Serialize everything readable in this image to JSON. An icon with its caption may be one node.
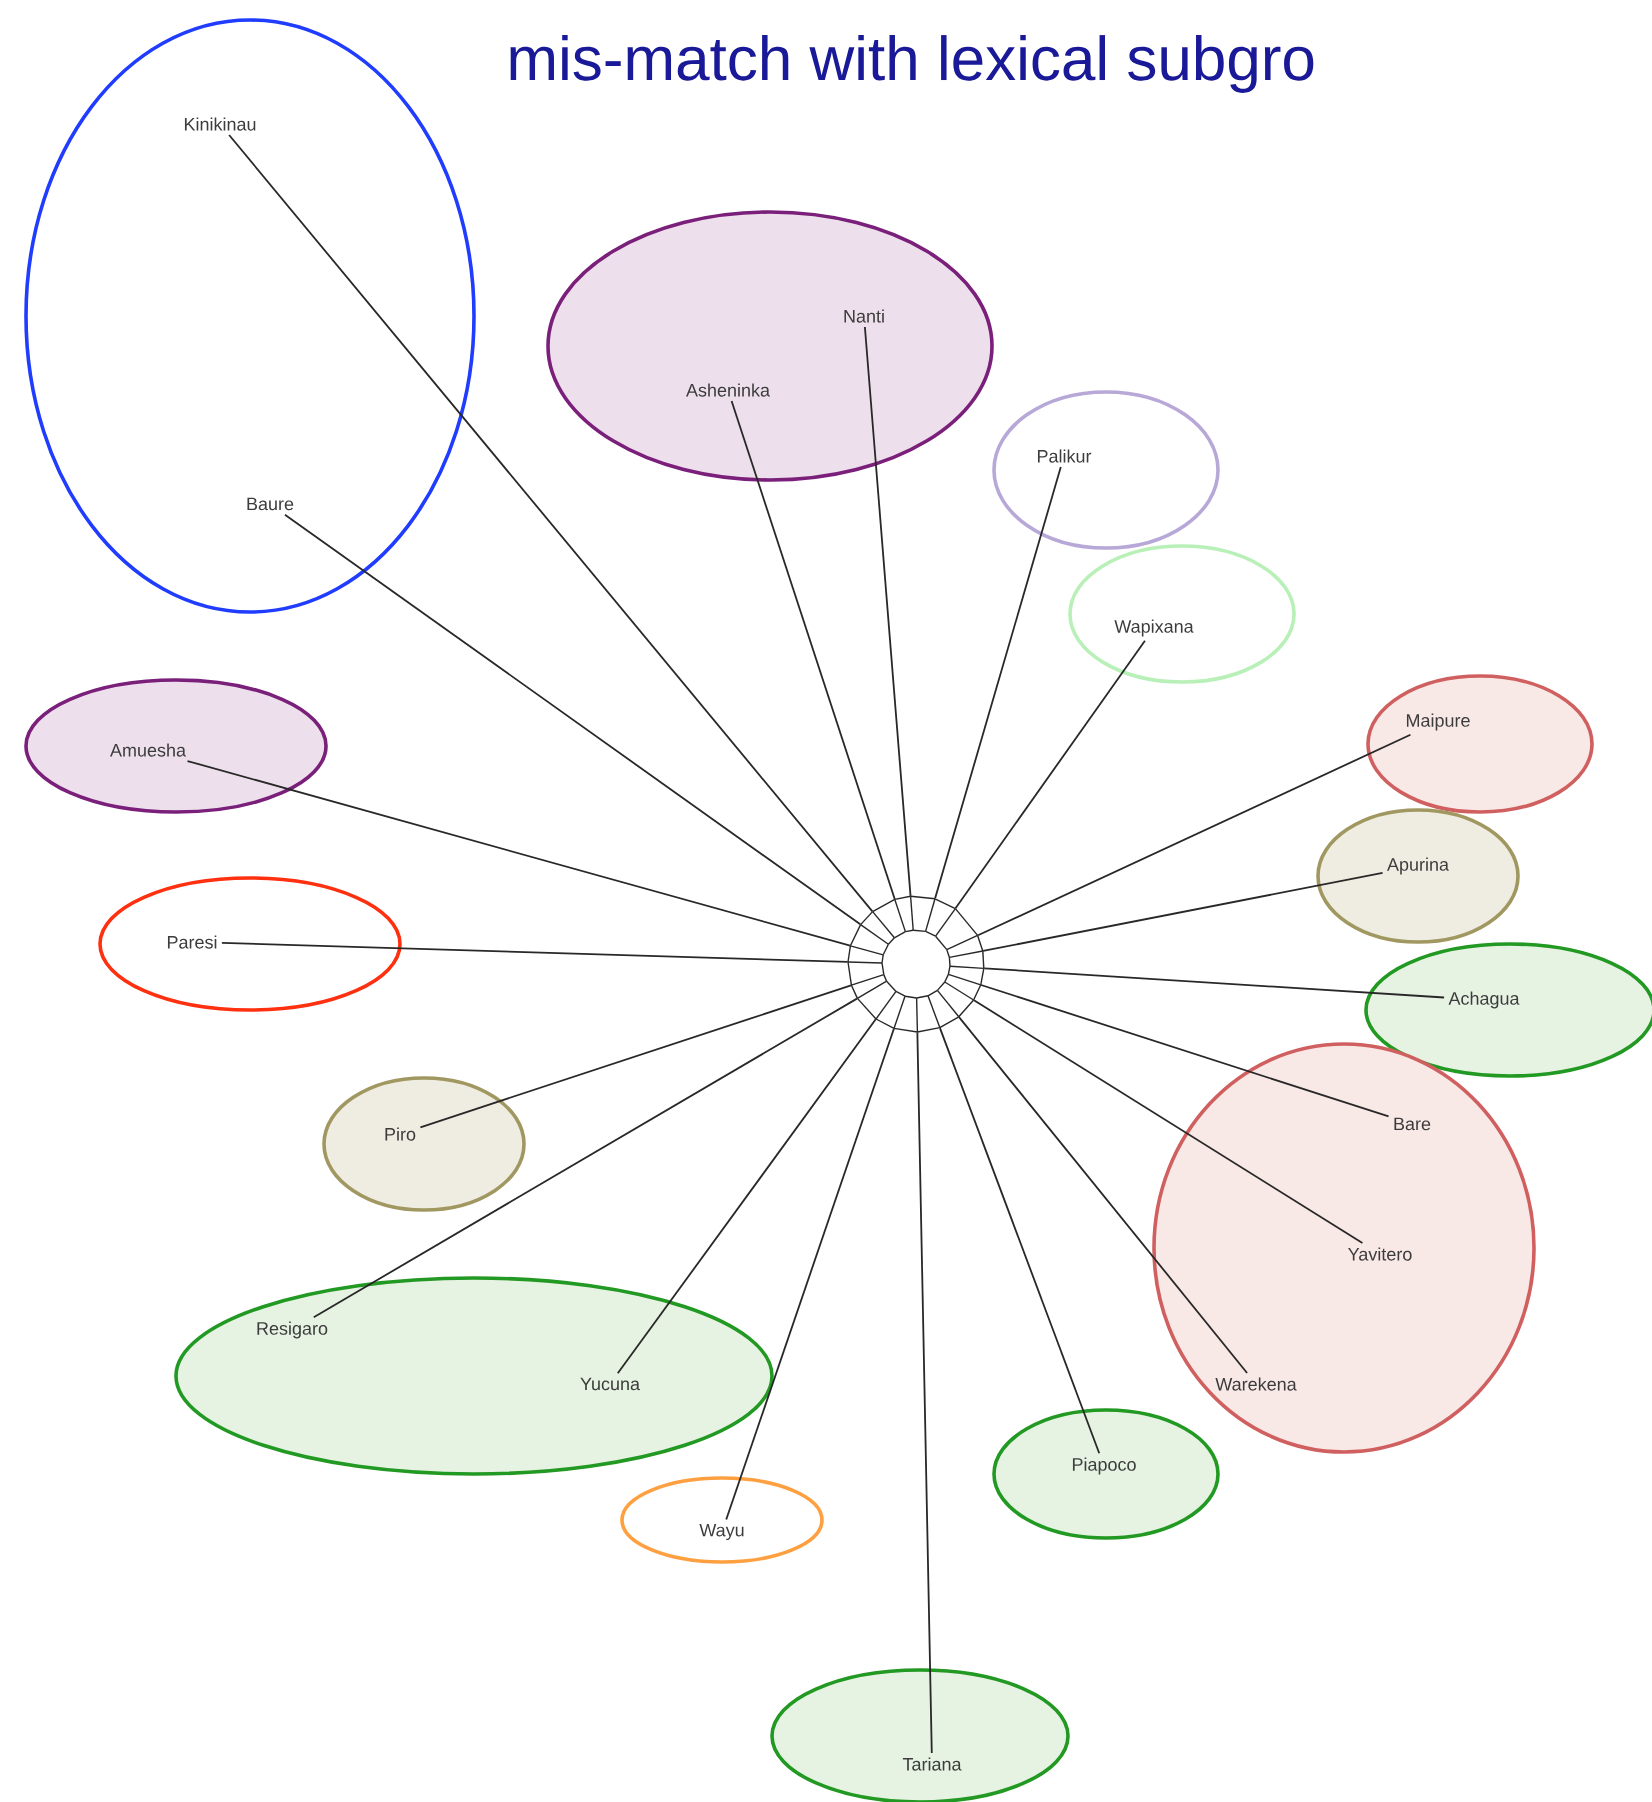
{
  "diagram": {
    "title": "mis-match with lexical subgro",
    "nodes": [
      {
        "text": [],
        "shape": "ellipse"
      },
      {
        "text": [
          "Kinikinau"
        ],
        "in": 0
      },
      {
        "text": [
          "Baure"
        ],
        "in": 0
      },
      {
        "text": [],
        "shape": "ellipse"
      },
      {
        "text": [
          "Nanti"
        ],
        "in": 3
      },
      {
        "text": [
          "Asheninka"
        ],
        "in": 3
      },
      {
        "text": [],
        "shape": "ellipse"
      },
      {
        "text": [
          "Palikur"
        ],
        "in": 6
      },
      {
        "text": [],
        "shape": "ellipse"
      },
      {
        "text": [
          "Wapixana"
        ],
        "in": 8
      },
      {
        "text": [],
        "shape": "ellipse"
      },
      {
        "text": [
          "Amuesha"
        ],
        "in": 10
      },
      {
        "text": [],
        "shape": "ellipse"
      },
      {
        "text": [
          "Maipure"
        ],
        "in": 12
      },
      {
        "text": [],
        "shape": "ellipse"
      },
      {
        "text": [
          "Apurina"
        ],
        "in": 14
      },
      {
        "text": [],
        "shape": "ellipse"
      },
      {
        "text": [
          "Paresi"
        ],
        "in": 16
      },
      {
        "text": [],
        "shape": "ellipse"
      },
      {
        "text": [
          "Achagua"
        ],
        "in": 18
      },
      {
        "text": [],
        "shape": "ellipse"
      },
      {
        "text": [
          "Piro"
        ],
        "in": 20
      },
      {
        "text": [],
        "shape": "ellipse"
      },
      {
        "text": [
          "Bare"
        ],
        "in": 22
      },
      {
        "text": [
          "Yavitero"
        ],
        "in": 22
      },
      {
        "text": [
          "Warekena"
        ],
        "in": 22
      },
      {
        "text": [],
        "shape": "ellipse"
      },
      {
        "text": [
          "Resigaro"
        ],
        "in": 26
      },
      {
        "text": [
          "Yucuna"
        ],
        "in": 26
      },
      {
        "text": [],
        "shape": "ellipse"
      },
      {
        "text": [
          "Piapoco"
        ],
        "in": 29
      },
      {
        "text": [],
        "shape": "ellipse"
      },
      {
        "text": [
          "Wayu"
        ],
        "in": 31
      },
      {
        "text": [],
        "shape": "ellipse"
      },
      {
        "text": [
          "Tariana"
        ],
        "in": 33
      },
      {
        "text": [],
        "shape": "picture"
      }
    ],
    "edges": [
      {
        "from": 35,
        "to": 1,
        "arrow": "none"
      },
      {
        "from": 35,
        "to": 2,
        "arrow": "none"
      },
      {
        "from": 35,
        "to": 4,
        "arrow": "none"
      },
      {
        "from": 35,
        "to": 5,
        "arrow": "none"
      },
      {
        "from": 35,
        "to": 7,
        "arrow": "none"
      },
      {
        "from": 35,
        "to": 9,
        "arrow": "none"
      },
      {
        "from": 35,
        "to": 11,
        "arrow": "none"
      },
      {
        "from": 35,
        "to": 13,
        "arrow": "none"
      },
      {
        "from": 35,
        "to": 15,
        "arrow": "none"
      },
      {
        "from": 35,
        "to": 17,
        "arrow": "none"
      },
      {
        "from": 35,
        "to": 19,
        "arrow": "none"
      },
      {
        "from": 35,
        "to": 21,
        "arrow": "none"
      },
      {
        "from": 35,
        "to": 23,
        "arrow": "none"
      },
      {
        "from": 35,
        "to": 24,
        "arrow": "none"
      },
      {
        "from": 35,
        "to": 25,
        "arrow": "none"
      },
      {
        "from": 35,
        "to": 27,
        "arrow": "none"
      },
      {
        "from": 35,
        "to": 28,
        "arrow": "none"
      },
      {
        "from": 35,
        "to": 30,
        "arrow": "none"
      },
      {
        "from": 35,
        "to": 32,
        "arrow": "none"
      },
      {
        "from": 35,
        "to": 34,
        "arrow": "none"
      }
    ]
  }
}
